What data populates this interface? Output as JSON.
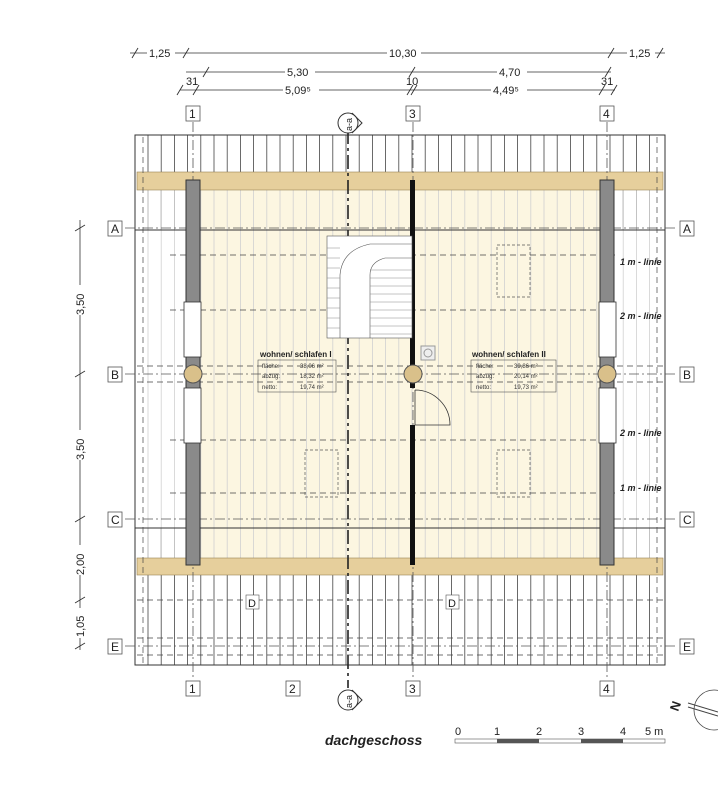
{
  "drawing": {
    "title": "dachgeschoss",
    "section_marker": "a-a",
    "north_label": "N",
    "colors": {
      "band": "#e6cf9c",
      "interior": "#fcf6e1",
      "wall": "#333333"
    }
  },
  "dimensions": {
    "top_row1": [
      "1,25",
      "10,30",
      "1,25"
    ],
    "top_row2": [
      "5,30",
      "4,70"
    ],
    "top_row2_small": [
      "31",
      "10",
      "31"
    ],
    "top_row3": [
      "5,09⁵",
      "4,49⁵"
    ],
    "left": [
      "3,50",
      "3,50",
      "2,00",
      "1,05"
    ]
  },
  "axes": {
    "columns_top": [
      "1",
      "3",
      "4"
    ],
    "columns_bottom": [
      "1",
      "2",
      "3",
      "4"
    ],
    "rows": [
      "A",
      "B",
      "C",
      "E"
    ]
  },
  "rooms": [
    {
      "name": "wohnen/ schlafen I",
      "rows": [
        {
          "k": "fläche:",
          "v": "38,06 m²"
        },
        {
          "k": "abzug:",
          "v": "18,32 m²"
        },
        {
          "k": "netto:",
          "v": "19,74 m²"
        }
      ]
    },
    {
      "name": "wohnen/ schlafen II",
      "rows": [
        {
          "k": "fläche:",
          "v": "39,86 m²"
        },
        {
          "k": "abzug:",
          "v": "20,14 m²"
        },
        {
          "k": "netto:",
          "v": "19,73 m²"
        }
      ]
    }
  ],
  "height_lines": [
    "1 m - linie",
    "2 m - linie",
    "2 m - linie",
    "1 m - linie"
  ],
  "dormer_labels": [
    "D",
    "D"
  ],
  "scale_bar": {
    "labels": [
      "0",
      "1",
      "2",
      "3",
      "4",
      "5 m"
    ]
  }
}
